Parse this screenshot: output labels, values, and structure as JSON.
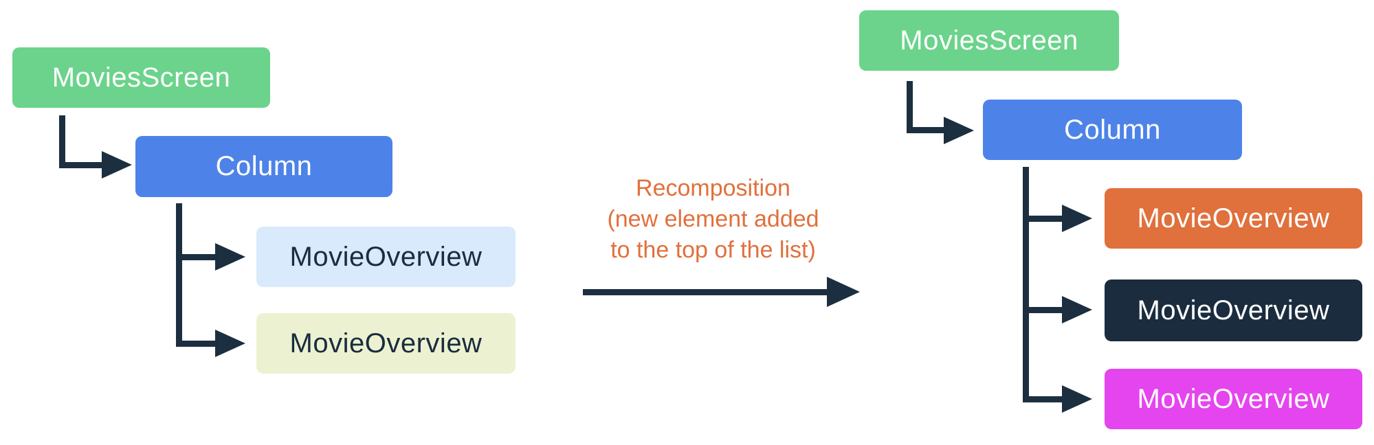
{
  "diagram": {
    "title_semantic": "Jetpack Compose recomposition tree diagram",
    "connector_color": "#1C2F40",
    "left_tree": {
      "nodes": [
        {
          "label": "MoviesScreen",
          "bg": "#6BD38B",
          "fg": "#FFFFFF"
        },
        {
          "label": "Column",
          "bg": "#4D83E9",
          "fg": "#FFFFFF"
        },
        {
          "label": "MovieOverview",
          "bg": "#D8EAFB",
          "fg": "#1A2C3E"
        },
        {
          "label": "MovieOverview",
          "bg": "#ECF2D1",
          "fg": "#1A2C3E"
        }
      ]
    },
    "annotation": {
      "color": "#E1703C",
      "lines": [
        "Recomposition",
        "(new element added",
        "to the top of the list)"
      ]
    },
    "right_tree": {
      "nodes": [
        {
          "label": "MoviesScreen",
          "bg": "#6BD38B",
          "fg": "#FFFFFF"
        },
        {
          "label": "Column",
          "bg": "#4D83E9",
          "fg": "#FFFFFF"
        },
        {
          "label": "MovieOverview",
          "bg": "#E0703C",
          "fg": "#FFFFFF"
        },
        {
          "label": "MovieOverview",
          "bg": "#1A2C3E",
          "fg": "#FFFFFF"
        },
        {
          "label": "MovieOverview",
          "bg": "#E545EE",
          "fg": "#FFFFFF"
        }
      ]
    }
  }
}
